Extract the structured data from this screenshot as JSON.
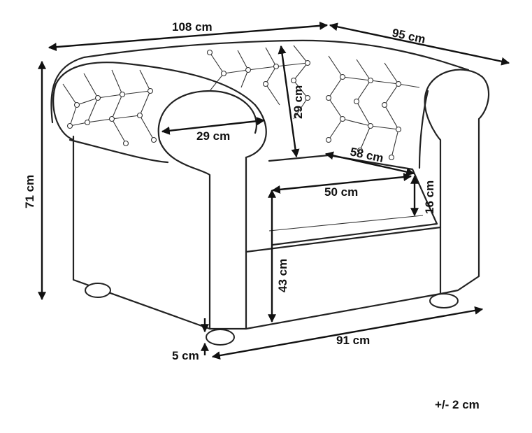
{
  "dimensions": {
    "width": "108 cm",
    "depth": "95 cm",
    "height": "71 cm",
    "arm_width": "29 cm",
    "back_height": "29 cm",
    "seat_depth": "58 cm",
    "seat_width": "50 cm",
    "cushion_height": "16 cm",
    "seat_height": "43 cm",
    "leg_height": "5 cm",
    "front_width": "91 cm"
  },
  "tolerance": "+/- 2 cm",
  "colors": {
    "line": "#222222",
    "background": "#ffffff"
  }
}
